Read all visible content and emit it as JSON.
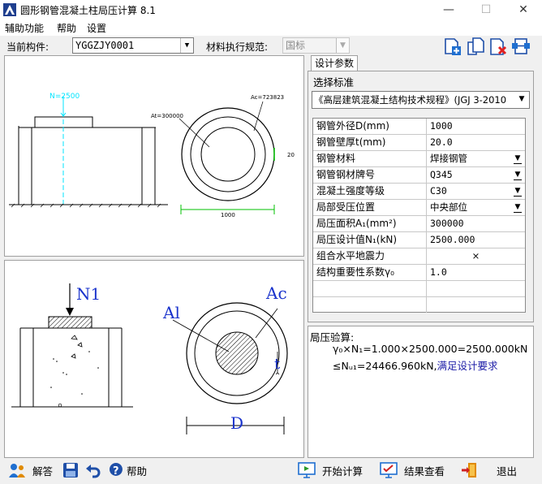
{
  "window": {
    "title": "圆形钢管混凝土柱局压计算 8.1",
    "minimize_glyph": "—",
    "maximize_glyph": "☐",
    "close_glyph": "✕"
  },
  "menu": [
    "辅助功能",
    "帮助",
    "设置"
  ],
  "toolbar": {
    "component_label": "当前构件:",
    "component_value": "YGGZJY0001",
    "spec_label": "材料执行规范:",
    "spec_value": "国标",
    "icons": [
      "add-page-icon",
      "copy-page-icon",
      "delete-page-icon",
      "export-icon"
    ]
  },
  "top_drawing": {
    "load_label": "N=2500",
    "at_label": "At=300000",
    "ac_label": "Ac=723823",
    "thickness_label": "20",
    "diameter_label": "1000",
    "accent": "#00e5ff",
    "dim_color": "#00c000"
  },
  "bottom_drawing": {
    "n1_label": "N1",
    "al_label": "Al",
    "ac_label": "Ac",
    "t_label": "t",
    "d_label": "D",
    "label_color": "#1a33cc"
  },
  "right_panel": {
    "tab": "设计参数",
    "select_label": "选择标准",
    "standard": "《高层建筑混凝土结构技术规程》(JGJ 3-2010",
    "params": [
      {
        "label": "钢管外径D(mm)",
        "value": "1000",
        "dropdown": false
      },
      {
        "label": "钢管壁厚t(mm)",
        "value": "20.0",
        "dropdown": false
      },
      {
        "label": "钢管材料",
        "value": "焊接钢管",
        "dropdown": true
      },
      {
        "label": "钢管钢材牌号",
        "value": "Q345",
        "dropdown": true
      },
      {
        "label": "混凝土强度等级",
        "value": "C30",
        "dropdown": true
      },
      {
        "label": "局部受压位置",
        "value": "中央部位",
        "dropdown": true
      },
      {
        "label": "局压面积A₁(mm²)",
        "value": "300000",
        "dropdown": false
      },
      {
        "label": "局压设计值N₁(kN)",
        "value": "2500.000",
        "dropdown": false
      },
      {
        "label": "组合水平地震力",
        "value": "×",
        "dropdown": false
      },
      {
        "label": "结构重要性系数γ₀",
        "value": "1.0",
        "dropdown": false
      }
    ]
  },
  "results": {
    "heading": "局压验算:",
    "line1": "γ₀×N₁=1.000×2500.000=2500.000kN",
    "line2_prefix": "≤Nᵤ₁=24466.960kN,",
    "line2_status": "满足设计要求",
    "status_color": "#1a1aa6"
  },
  "bottom_bar": {
    "answer": "解答",
    "help": "帮助",
    "start": "开始计算",
    "view": "结果查看",
    "exit": "退出"
  }
}
